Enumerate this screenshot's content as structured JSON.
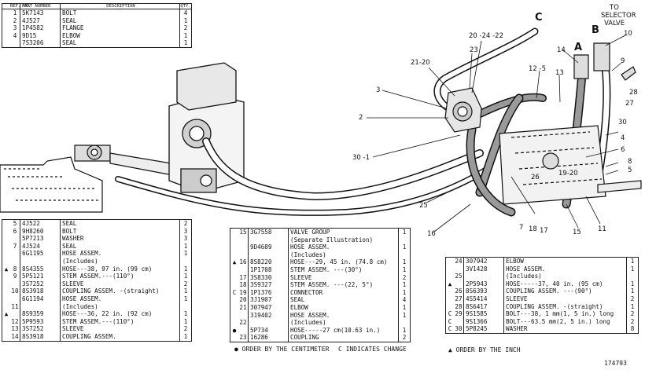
{
  "labels": {
    "to_selector_valve_1": "TO",
    "to_selector_valve_2": "SELECTOR",
    "to_selector_valve_3": "VALVE",
    "letter_a": "A",
    "letter_b": "B",
    "letter_c": "C"
  },
  "callouts": [
    "20 -24 -22",
    "23",
    "21-20",
    "3",
    "2",
    "30 -1",
    "14",
    "12 -5",
    "13",
    "10",
    "9",
    "28",
    "27",
    "30",
    "4",
    "6",
    "8",
    "5",
    "19-20",
    "11",
    "15",
    "17",
    "18",
    "7",
    "26",
    "25",
    "16"
  ],
  "table_header": {
    "ref": "REF. NO.",
    "part": "PART NUMBER",
    "desc": "DESCRIPTION",
    "qty": "QTY."
  },
  "table1": [
    {
      "mark": "",
      "ref": "1",
      "part": "5K7143",
      "desc": "BOLT",
      "qty": "4"
    },
    {
      "mark": "",
      "ref": "2",
      "part": "4J527",
      "desc": "SEAL",
      "qty": "1"
    },
    {
      "mark": "",
      "ref": "3",
      "part": "1P4582",
      "desc": "FLANGE",
      "qty": "2"
    },
    {
      "mark": "",
      "ref": "4",
      "part": "9D15",
      "desc": "ELBOW",
      "qty": "1"
    },
    {
      "mark": "",
      "ref": "",
      "part": "7S3206",
      "desc": "SEAL",
      "qty": "1"
    }
  ],
  "table2": [
    {
      "mark": "",
      "ref": "5",
      "part": "4J522",
      "desc": "SEAL",
      "qty": "2"
    },
    {
      "mark": "",
      "ref": "6",
      "part": "9H8260",
      "desc": "BOLT",
      "qty": "3"
    },
    {
      "mark": "",
      "ref": "",
      "part": "5P7213",
      "desc": "WASHER",
      "qty": "3"
    },
    {
      "mark": "",
      "ref": "7",
      "part": "4J524",
      "desc": "SEAL",
      "qty": "1"
    },
    {
      "mark": "",
      "ref": "",
      "part": "6G1195",
      "desc": "HOSE ASSEM.",
      "qty": "1"
    },
    {
      "mark": "",
      "ref": "",
      "part": "",
      "desc": "(Includes)",
      "qty": ""
    },
    {
      "mark": "▲",
      "ref": "8",
      "part": "8S4355",
      "desc": "HOSE---38, 97 in. (99 cm)",
      "qty": "1"
    },
    {
      "mark": "",
      "ref": "9",
      "part": "5P5121",
      "desc": "STEM ASSEM.---(110°)",
      "qty": "1"
    },
    {
      "mark": "",
      "ref": "",
      "part": "3S7252",
      "desc": "SLEEVE",
      "qty": "2"
    },
    {
      "mark": "",
      "ref": "10",
      "part": "8S3918",
      "desc": "COUPLING ASSEM. -(straight)",
      "qty": "1"
    },
    {
      "mark": "",
      "ref": "",
      "part": "6G1194",
      "desc": "HOSE ASSEM.",
      "qty": "1"
    },
    {
      "mark": "",
      "ref": "11",
      "part": "",
      "desc": "(Includes)",
      "qty": ""
    },
    {
      "mark": "▲",
      "ref": "",
      "part": "8S9359",
      "desc": "HOSE---36, 22 in. (92 cm)",
      "qty": "1"
    },
    {
      "mark": "",
      "ref": "12",
      "part": "5P9593",
      "desc": "STEM ASSEM.---(110°)",
      "qty": "1"
    },
    {
      "mark": "",
      "ref": "13",
      "part": "3S7252",
      "desc": "SLEEVE",
      "qty": "2"
    },
    {
      "mark": "",
      "ref": "14",
      "part": "8S3918",
      "desc": "COUPLING ASSEM.",
      "qty": "1"
    }
  ],
  "table3": [
    {
      "mark": "",
      "ref": "15",
      "part": "3G7558",
      "desc": "VALVE GROUP",
      "qty": "1"
    },
    {
      "mark": "",
      "ref": "",
      "part": "",
      "desc": "(Separate Illustration)",
      "qty": ""
    },
    {
      "mark": "",
      "ref": "",
      "part": "9D4689",
      "desc": "HOSE ASSEM.",
      "qty": "1"
    },
    {
      "mark": "",
      "ref": "",
      "part": "",
      "desc": "(Includes)",
      "qty": ""
    },
    {
      "mark": "▲",
      "ref": "16",
      "part": "8S8220",
      "desc": "HOSE---29, 45 in. (74.8 cm)",
      "qty": "1"
    },
    {
      "mark": "",
      "ref": "",
      "part": "1P1708",
      "desc": "STEM ASSEM. ---(30°)",
      "qty": "1"
    },
    {
      "mark": "",
      "ref": "17",
      "part": "3S8330",
      "desc": "SLEEVE",
      "qty": "2"
    },
    {
      "mark": "",
      "ref": "18",
      "part": "3S9327",
      "desc": "STEM ASSEM. ---(22, 5°)",
      "qty": "1"
    },
    {
      "mark": "C",
      "ref": "19",
      "part": "1P1376",
      "desc": "CONNECTOR",
      "qty": "1"
    },
    {
      "mark": "",
      "ref": "20",
      "part": "3J1907",
      "desc": "SEAL",
      "qty": "4"
    },
    {
      "mark": "",
      "ref": "21",
      "part": "307947",
      "desc": "ELBOW",
      "qty": "1"
    },
    {
      "mark": "",
      "ref": "",
      "part": "319402",
      "desc": "HOSE ASSEM.",
      "qty": "1"
    },
    {
      "mark": "",
      "ref": "22",
      "part": "",
      "desc": "(Includes)",
      "qty": ""
    },
    {
      "mark": "●",
      "ref": "",
      "part": "5P734",
      "desc": "HOSE-----27 cm(10.63 in.)",
      "qty": "1"
    },
    {
      "mark": "",
      "ref": "23",
      "part": "16286",
      "desc": "COUPLING",
      "qty": "2"
    }
  ],
  "table4": [
    {
      "mark": "",
      "ref": "24",
      "part": "307942",
      "desc": "ELBOW",
      "qty": "1"
    },
    {
      "mark": "",
      "ref": "",
      "part": "3V1428",
      "desc": "HOSE ASSEM.",
      "qty": "1"
    },
    {
      "mark": "",
      "ref": "25",
      "part": "",
      "desc": "(Includes)",
      "qty": ""
    },
    {
      "mark": "▲",
      "ref": "",
      "part": "2P5943",
      "desc": "HOSE-----37, 40 in. (95 cm)",
      "qty": "1"
    },
    {
      "mark": "",
      "ref": "26",
      "part": "8S6393",
      "desc": "COUPLING ASSEM. ---(90°)",
      "qty": "1"
    },
    {
      "mark": "",
      "ref": "27",
      "part": "4S5414",
      "desc": "SLEEVE",
      "qty": "2"
    },
    {
      "mark": "",
      "ref": "28",
      "part": "8S6417",
      "desc": "COUPLING ASSEM. -(straight)",
      "qty": "1"
    },
    {
      "mark": "C",
      "ref": "29",
      "part": "9S1585",
      "desc": "BOLT---38, 1 mm(1, 5 in.) long",
      "qty": "2"
    },
    {
      "mark": "C",
      "ref": "",
      "part": "9S1366",
      "desc": "BOLT---63.5 mm(2, 5 in.) long",
      "qty": "2"
    },
    {
      "mark": "C",
      "ref": "30",
      "part": "5P8245",
      "desc": "WASHER",
      "qty": "8"
    }
  ],
  "legend": {
    "centimeter": "● ORDER BY THE CENTIMETER",
    "change": "C INDICATES CHANGE",
    "inch": "▲ ORDER BY THE INCH",
    "figure_number": "174793"
  },
  "colors": {
    "ink": "#111111",
    "paper": "#ffffff",
    "shade": "#9a9a9a"
  }
}
